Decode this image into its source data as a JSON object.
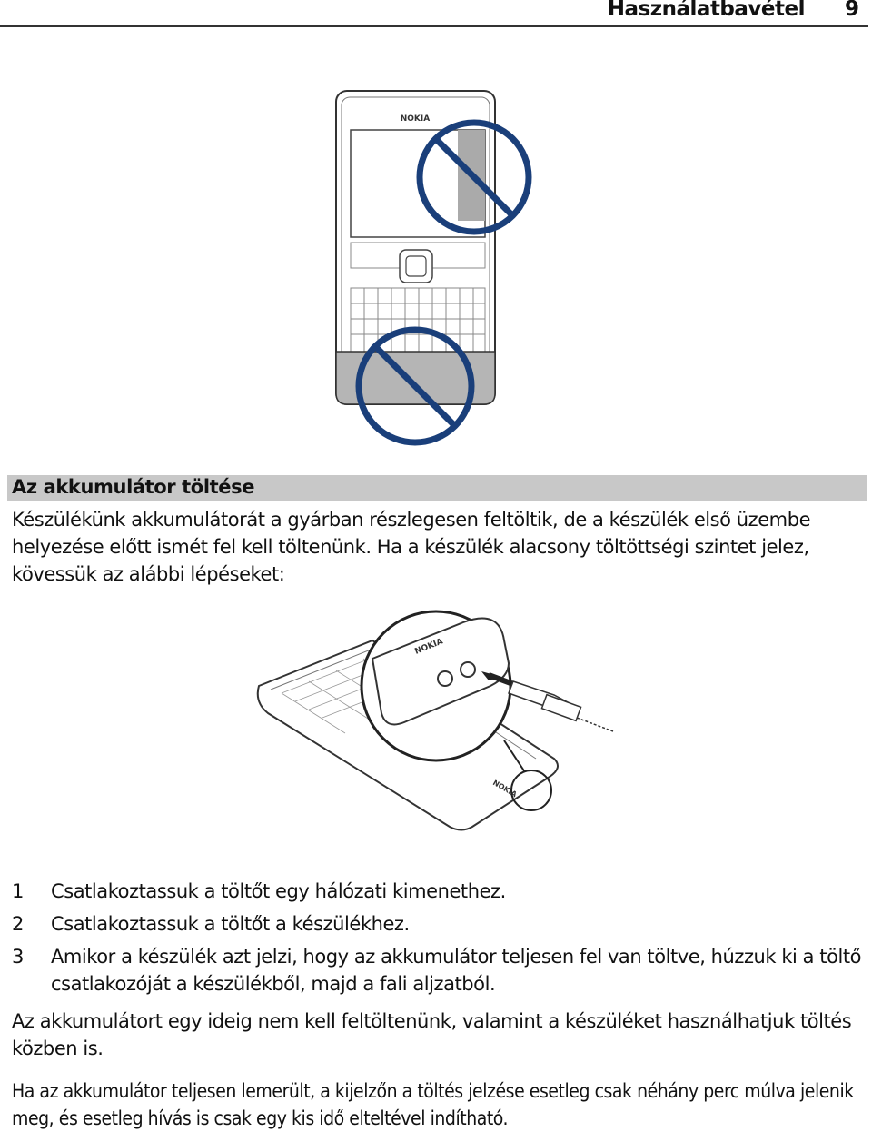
{
  "header": {
    "title": "Használatbavétel",
    "page_number": "9"
  },
  "figure_top": {
    "brand": "NOKIA"
  },
  "figure_charging": {
    "brand": "NOKIA"
  },
  "section": {
    "heading": "Az akkumulátor töltése"
  },
  "intro": "Készülékünk akkumulátorát a gyárban részlegesen feltöltik, de a készülék első üzembe helyezése előtt ismét fel kell töltenünk. Ha a készülék alacsony töltöttségi szintet jelez, kövessük az alábbi lépéseket:",
  "steps": [
    {
      "num": "1",
      "text": "Csatlakoztassuk a töltőt egy hálózati kimenethez."
    },
    {
      "num": "2",
      "text": "Csatlakoztassuk a töltőt a készülékhez."
    },
    {
      "num": "3",
      "text": "Amikor a készülék azt jelzi, hogy az akkumulátor teljesen fel van töltve, húzzuk ki a töltő csatlakozóját a készülékből, majd a fali aljzatból."
    }
  ],
  "note1": "Az akkumulátort egy ideig nem kell feltöltenünk, valamint a készüléket használhatjuk töltés közben is.",
  "note2": "Ha az akkumulátor teljesen lemerült, a kijelzőn a töltés jelzése esetleg csak néhány perc múlva jelenik meg, és esetleg hívás is csak egy kis idő elteltével indítható.",
  "colors": {
    "prohibit": "#1a3f7a",
    "section_bg": "#c8c8c8"
  }
}
